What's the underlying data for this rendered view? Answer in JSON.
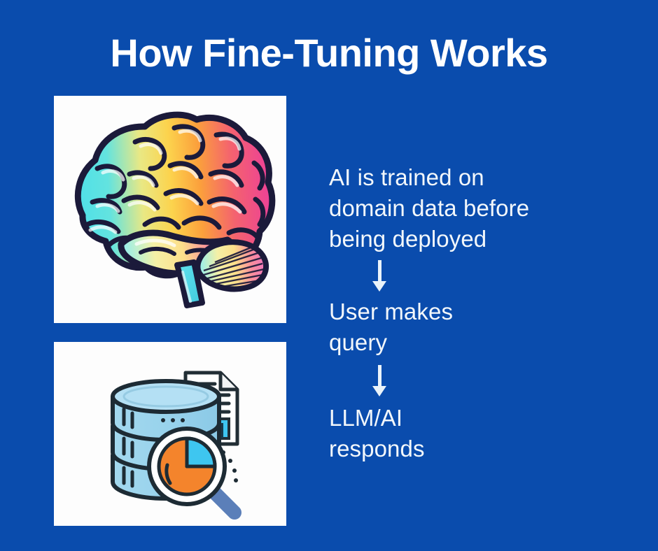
{
  "poster": {
    "title": "How Fine-Tuning Works",
    "background_color": "#0A4CAD",
    "title_color": "#FFFFFF",
    "text_color": "#F2F7FB"
  },
  "cards": [
    {
      "name": "brain-illustration",
      "alt": "colorful gradient human brain illustration",
      "background_color": "#FDFDFD",
      "palette": {
        "cyan": "#4FD8E8",
        "yellow": "#FCD34D",
        "orange": "#FB923C",
        "pink": "#EC4899",
        "outline": "#1B1A3A"
      }
    },
    {
      "name": "database-analytics-illustration",
      "alt": "stacked database cylinders with document bar chart and magnifying glass pie chart",
      "background_color": "#FDFDFD",
      "palette": {
        "database_fill": "#9BD4EC",
        "database_top": "#AEDDF2",
        "chart_cyan": "#3EC6F0",
        "pie_orange": "#F4842C",
        "handle_blue": "#5B7FB9",
        "outline": "#1D2B34"
      }
    }
  ],
  "flow": {
    "steps": [
      {
        "label": "AI is trained on domain data before being deployed"
      },
      {
        "label": "User makes query"
      },
      {
        "label": "LLM/AI responds"
      }
    ],
    "arrows": [
      {
        "name": "down-arrow-1",
        "glyph": "down-arrow"
      },
      {
        "name": "down-arrow-2",
        "glyph": "down-arrow"
      }
    ]
  }
}
